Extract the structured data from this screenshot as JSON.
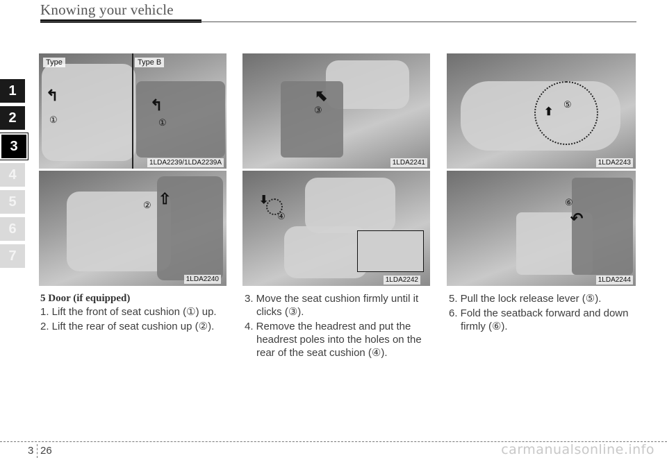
{
  "header": {
    "section_title": "Knowing your vehicle"
  },
  "chapter_tabs": [
    "1",
    "2",
    "3",
    "4",
    "5",
    "6",
    "7"
  ],
  "active_chapter": "3",
  "figures": {
    "fig1": {
      "type_a_label": "Type",
      "type_b_label": "Type B",
      "code": "1LDA2239/1LDA2239A",
      "marker": "①"
    },
    "fig2": {
      "code": "1LDA2240",
      "marker": "②"
    },
    "fig3": {
      "code": "1LDA2241",
      "marker": "③"
    },
    "fig4": {
      "code": "1LDA2242",
      "marker": "④"
    },
    "fig5": {
      "code": "1LDA2243",
      "marker": "⑤"
    },
    "fig6": {
      "code": "1LDA2244",
      "marker": "⑥"
    }
  },
  "column1": {
    "heading": "5 Door (if equipped)",
    "steps": [
      "1. Lift the front of seat cushion (①) up.",
      "2. Lift the rear of seat cushion up (②)."
    ]
  },
  "column2": {
    "steps": [
      "3. Move the seat cushion firmly until it clicks (③).",
      "4. Remove the headrest and put the headrest poles into the holes on the rear of the seat cushion (④)."
    ]
  },
  "column3": {
    "steps": [
      "5. Pull the lock release lever (⑤).",
      "6. Fold the seatback forward and down firmly (⑥)."
    ]
  },
  "footer": {
    "page_chapter": "3",
    "page_number": "26",
    "watermark": "carmanualsonline.info"
  }
}
